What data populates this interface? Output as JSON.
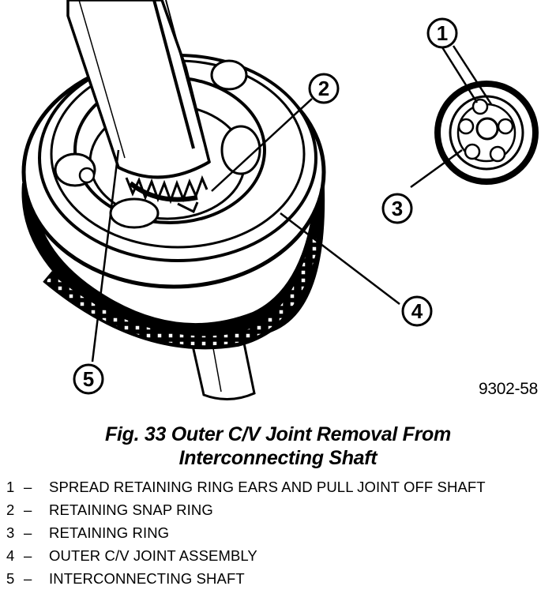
{
  "figure": {
    "id_text": "9302-58",
    "callouts": [
      "1",
      "2",
      "3",
      "4",
      "5"
    ]
  },
  "caption": {
    "line1": "Fig. 33 Outer C/V Joint Removal From",
    "line2": "Interconnecting Shaft"
  },
  "legend": [
    {
      "num": "1",
      "dash": "–",
      "text": "SPREAD RETAINING RING EARS AND PULL JOINT OFF SHAFT"
    },
    {
      "num": "2",
      "dash": "–",
      "text": "RETAINING SNAP RING"
    },
    {
      "num": "3",
      "dash": "–",
      "text": "RETAINING RING"
    },
    {
      "num": "4",
      "dash": "–",
      "text": "OUTER C/V JOINT ASSEMBLY"
    },
    {
      "num": "5",
      "dash": "–",
      "text": "INTERCONNECTING SHAFT"
    }
  ]
}
